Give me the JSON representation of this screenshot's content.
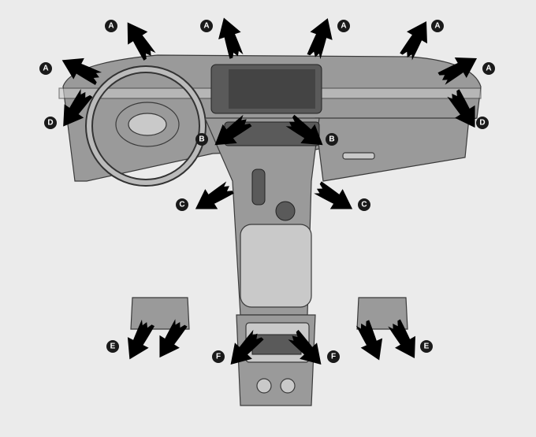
{
  "diagram": {
    "title": "Air vent airflow directions",
    "colors": {
      "background": "#ebebeb",
      "arrow": "#9a0d10",
      "label_circle": "#1a1a1a"
    },
    "labels": {
      "A": "A",
      "B": "B",
      "C": "C",
      "D": "D",
      "E": "E",
      "F": "F"
    }
  }
}
